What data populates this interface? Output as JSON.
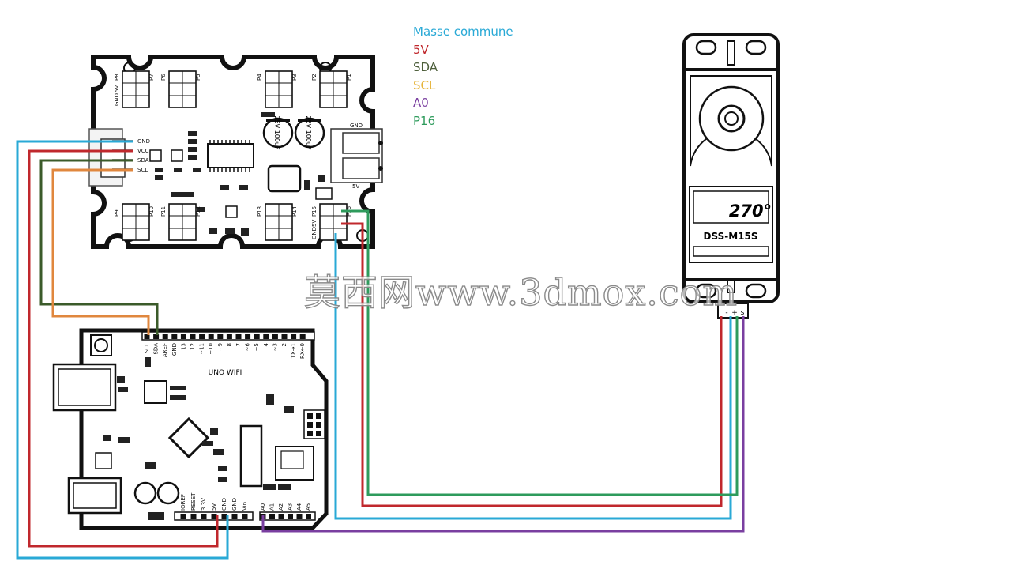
{
  "legend": {
    "items": [
      {
        "label": "Masse commune",
        "color": "#29a9d6"
      },
      {
        "label": "5V",
        "color": "#c0282d"
      },
      {
        "label": "SDA",
        "color": "#4d5e3a"
      },
      {
        "label": "SCL",
        "color": "#e6b43a"
      },
      {
        "label": "A0",
        "color": "#7a3fa0"
      },
      {
        "label": "P16",
        "color": "#2e9b5c"
      }
    ]
  },
  "wire_colors": {
    "ground": "#29a9d6",
    "power_5v": "#c0282d",
    "sda": "#3b5b2a",
    "scl": "#e0873e",
    "a0": "#7a3fa0",
    "p16": "#2e9b5c"
  },
  "servo_board": {
    "connector_labels": [
      "GND",
      "VCC",
      "SDA",
      "SCL"
    ],
    "power_labels": {
      "gnd": "GND",
      "v5": "5V"
    },
    "capacitor_label": "25V 100uF",
    "header_labels_top": [
      "P8",
      "P7",
      "P6",
      "P5",
      "P4",
      "P3",
      "P2",
      "P1"
    ],
    "header_labels_bottom": [
      "P9",
      "P10",
      "P11",
      "P12",
      "P13",
      "P14",
      "P15",
      "P16"
    ],
    "header_row_labels": [
      "GND",
      "5V",
      "S"
    ]
  },
  "arduino": {
    "title": "UNO WIFI",
    "top_pins": [
      "SCL",
      "SDA",
      "AREF",
      "GND",
      "13",
      "12",
      "~11",
      "~10",
      "~9",
      "8",
      "7",
      "~6",
      "~5",
      "4",
      "~3",
      "2",
      "TX→1",
      "RX←0"
    ],
    "power_pins": [
      "IOREF",
      "RESET",
      "3.3V",
      "5V",
      "GND",
      "GND",
      "Vin"
    ],
    "analog_pins": [
      "A0",
      "A1",
      "A2",
      "A3",
      "A4",
      "A5"
    ]
  },
  "servo": {
    "angle_label": "270°",
    "model_label": "DSS-M15S",
    "pin_marks": [
      "-",
      "+",
      "s"
    ]
  },
  "watermark": "莫西网www.3dmox.com"
}
